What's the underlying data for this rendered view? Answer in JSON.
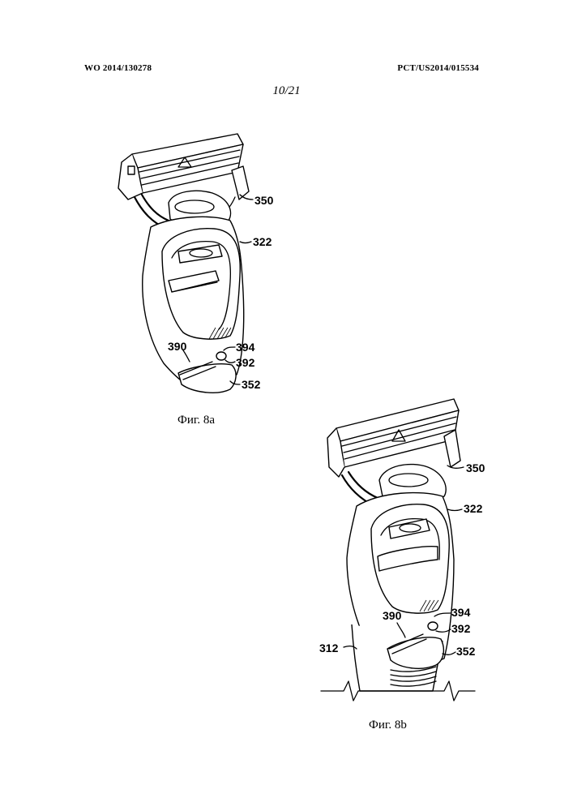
{
  "header": {
    "pub_number": "WO 2014/130278",
    "app_number": "PCT/US2014/015534",
    "sheet": "10/21"
  },
  "figure_a": {
    "caption": "Фиг. 8a",
    "labels": {
      "l350": "350",
      "l322": "322",
      "l394": "394",
      "l390": "390",
      "l392": "392",
      "l352": "352"
    }
  },
  "figure_b": {
    "caption": "Фиг. 8b",
    "labels": {
      "l350": "350",
      "l322": "322",
      "l394": "394",
      "l390": "390",
      "l392": "392",
      "l352": "352",
      "l312": "312"
    }
  }
}
